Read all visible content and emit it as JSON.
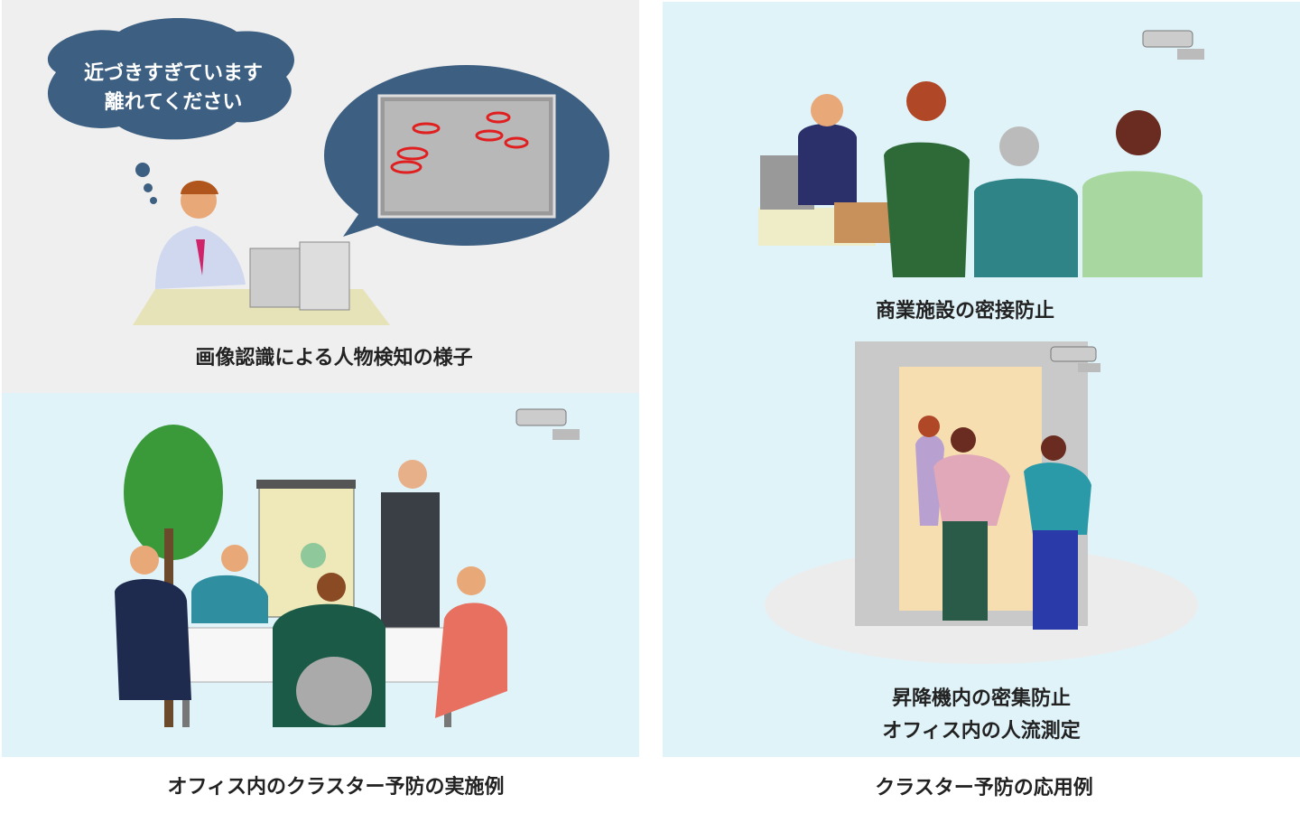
{
  "left_top": {
    "speech": [
      "近づきすぎています",
      "離れてください"
    ],
    "caption": "画像認識による人物検知の様子"
  },
  "left_bottom": {
    "caption": "オフィス内のクラスター予防の実施例"
  },
  "right": {
    "retail_caption": "商業施設の密接防止",
    "elevator_caption": [
      "昇降機内の密集防止",
      "オフィス内の人流測定"
    ],
    "caption": "クラスター予防の応用例"
  },
  "colors": {
    "bubble": "#3d5f82",
    "gray_panel": "#efefef",
    "blue_panel": "#e0f3f9",
    "detection_ring": "#e02020"
  }
}
